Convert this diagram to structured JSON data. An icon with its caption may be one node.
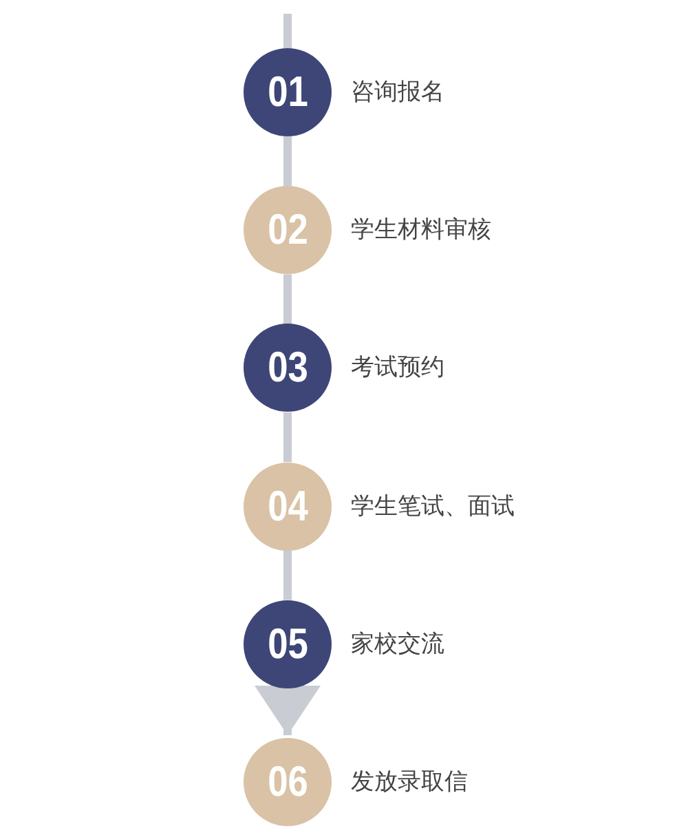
{
  "diagram": {
    "nodes": [
      {
        "text": [
          "01"
        ],
        "beside": [
          "咨询报名"
        ]
      },
      {
        "text": [
          "02"
        ],
        "beside": [
          "学生材料审核"
        ]
      },
      {
        "text": [
          "03"
        ],
        "beside": [
          "考试预约"
        ]
      },
      {
        "text": [
          "04"
        ],
        "beside": [
          "学生笔试、面试"
        ]
      },
      {
        "text": [
          "05"
        ],
        "beside": [
          "家校交流"
        ]
      },
      {
        "text": [
          "06"
        ],
        "beside": [
          "发放录取信"
        ]
      }
    ],
    "edges": [
      {
        "from": null,
        "to": 0,
        "arrow": "none"
      },
      {
        "from": 0,
        "to": 1,
        "arrow": "none"
      },
      {
        "from": 1,
        "to": 2,
        "arrow": "none"
      },
      {
        "from": 2,
        "to": 3,
        "arrow": "none"
      },
      {
        "from": 3,
        "to": 4,
        "arrow": "none"
      },
      {
        "from": 4,
        "to": 5,
        "arrow": "to"
      }
    ]
  }
}
